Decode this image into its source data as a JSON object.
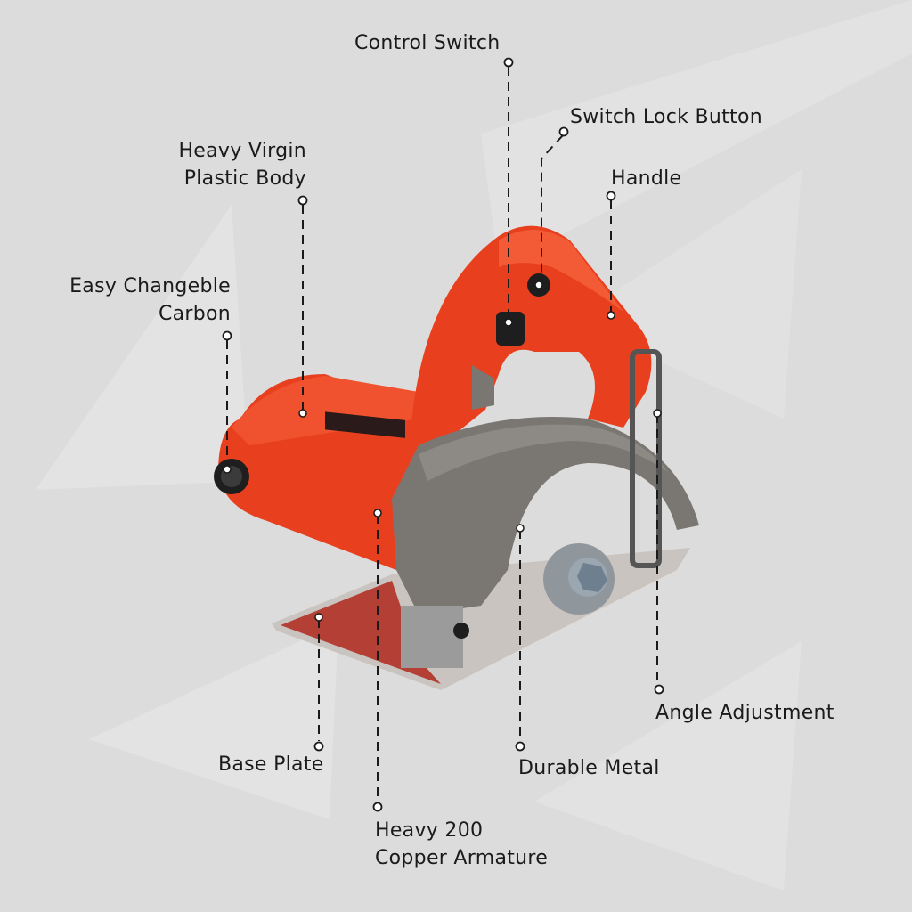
{
  "diagram": {
    "subject": "Marble cutter / circular saw",
    "colors": {
      "background": "#dcdcdc",
      "body_orange": "#e8401f",
      "guard_gray": "#7a7773",
      "text": "#1a1a1a"
    },
    "callouts": [
      {
        "id": "control-switch",
        "lines": [
          "Control Switch"
        ]
      },
      {
        "id": "switch-lock-button",
        "lines": [
          "Switch Lock Button"
        ]
      },
      {
        "id": "heavy-virgin-plastic-body",
        "lines": [
          "Heavy Virgin",
          "Plastic Body"
        ]
      },
      {
        "id": "handle",
        "lines": [
          "Handle"
        ]
      },
      {
        "id": "easy-changeble-carbon",
        "lines": [
          "Easy Changeble",
          "Carbon"
        ]
      },
      {
        "id": "angle-adjustment",
        "lines": [
          "Angle Adjustment"
        ]
      },
      {
        "id": "base-plate",
        "lines": [
          "Base Plate"
        ]
      },
      {
        "id": "durable-metal",
        "lines": [
          "Durable Metal"
        ]
      },
      {
        "id": "copper-armature",
        "lines": [
          "Heavy 200",
          "Copper Armature"
        ]
      }
    ]
  }
}
